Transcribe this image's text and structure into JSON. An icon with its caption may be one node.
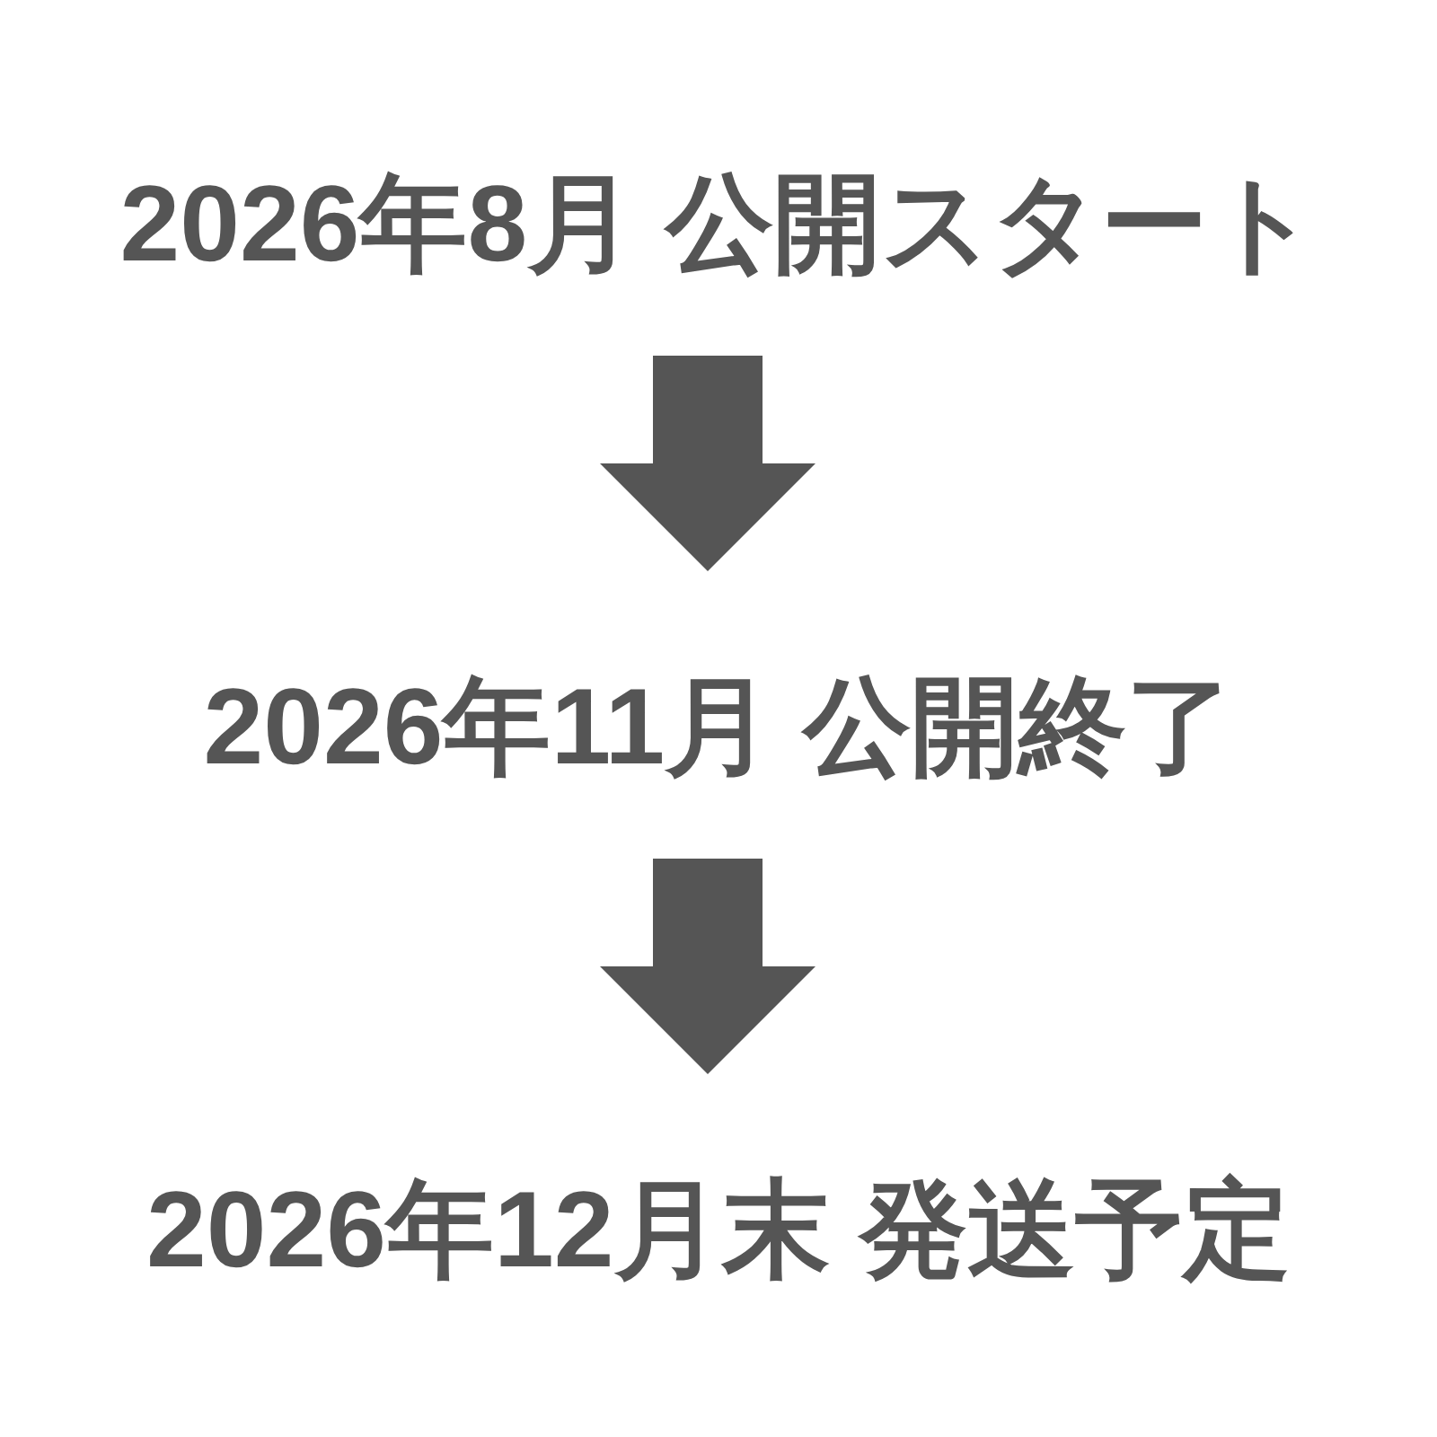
{
  "diagram": {
    "nodes": [
      {
        "text": [
          "2026年8月 公開スタート"
        ]
      },
      {
        "text": [
          "2026年11月 公開終了"
        ]
      },
      {
        "text": [
          "2026年12月末 発送予定"
        ]
      }
    ],
    "edges": [
      {
        "from": 0,
        "to": 1,
        "arrow": "to"
      },
      {
        "from": 1,
        "to": 2,
        "arrow": "to"
      }
    ]
  }
}
